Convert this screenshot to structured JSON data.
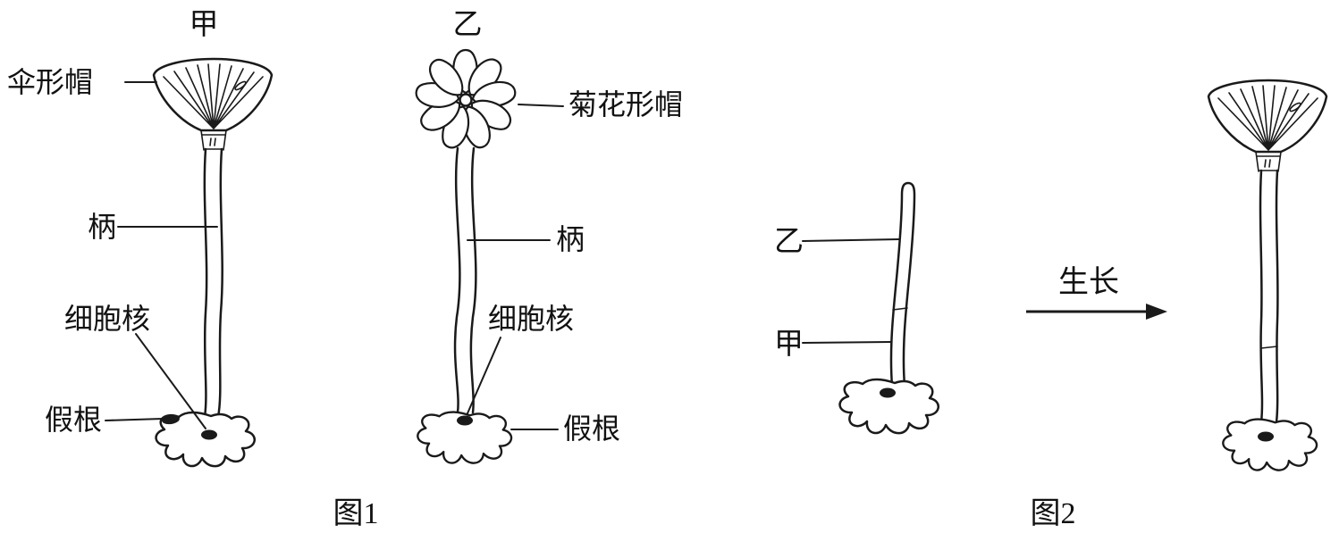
{
  "figure1": {
    "caption": "图1",
    "organism_a": {
      "title": "甲",
      "cap_label": "伞形帽",
      "stalk_label": "柄",
      "nucleus_label": "细胞核",
      "rhizoid_label": "假根"
    },
    "organism_b": {
      "title": "乙",
      "cap_label": "菊花形帽",
      "stalk_label": "柄",
      "nucleus_label": "细胞核",
      "rhizoid_label": "假根"
    }
  },
  "figure2": {
    "caption": "图2",
    "graft": {
      "upper_label": "乙",
      "lower_label": "甲"
    },
    "process_label": "生长"
  },
  "colors": {
    "ink": "#1a1a1a",
    "background": "#ffffff"
  }
}
